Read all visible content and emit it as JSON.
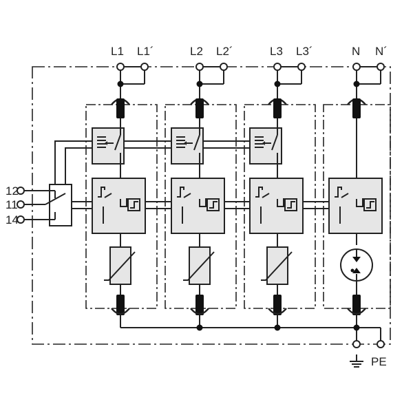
{
  "terminals_top": [
    {
      "in": "L1",
      "out": "L1´"
    },
    {
      "in": "L2",
      "out": "L2´"
    },
    {
      "in": "L3",
      "out": "L3´"
    },
    {
      "in": "N",
      "out": "N´"
    }
  ],
  "remote_contact": [
    "12",
    "11",
    "14"
  ],
  "bottom": {
    "pe": "PE"
  }
}
